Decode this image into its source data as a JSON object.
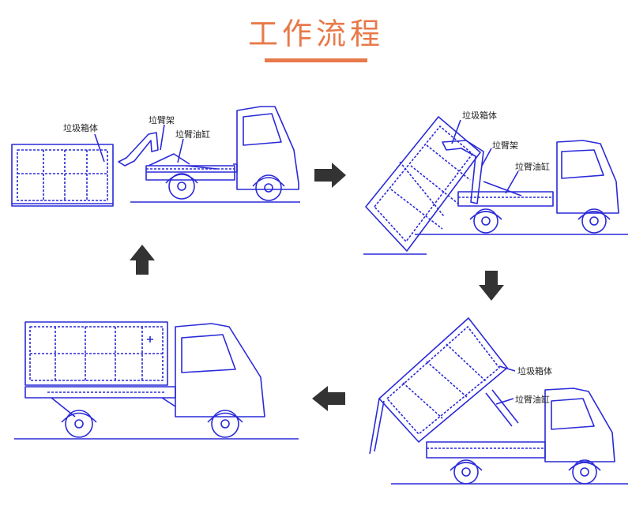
{
  "title": "工作流程",
  "colors": {
    "title": "#e8794a",
    "accent_bar": "#e8794a",
    "drawing": "#2a2ad8",
    "arrow": "#333333",
    "label": "#222222"
  },
  "panels": [
    {
      "step": 1,
      "labels": {
        "box": "垃圾箱体",
        "arm_frame": "垃臂架",
        "arm_cylinder": "垃臂油缸"
      }
    },
    {
      "step": 2,
      "labels": {
        "box": "垃圾箱体",
        "arm_frame": "垃臂架",
        "arm_cylinder": "垃臂油缸"
      }
    },
    {
      "step": 3,
      "labels": {
        "box": "垃圾箱体",
        "arm_cylinder": "垃臂油缸"
      }
    },
    {
      "step": 4,
      "labels": {}
    }
  ],
  "arrows": [
    {
      "icon": "arrow-right-icon"
    },
    {
      "icon": "arrow-down-icon"
    },
    {
      "icon": "arrow-left-icon"
    },
    {
      "icon": "arrow-up-icon"
    }
  ]
}
